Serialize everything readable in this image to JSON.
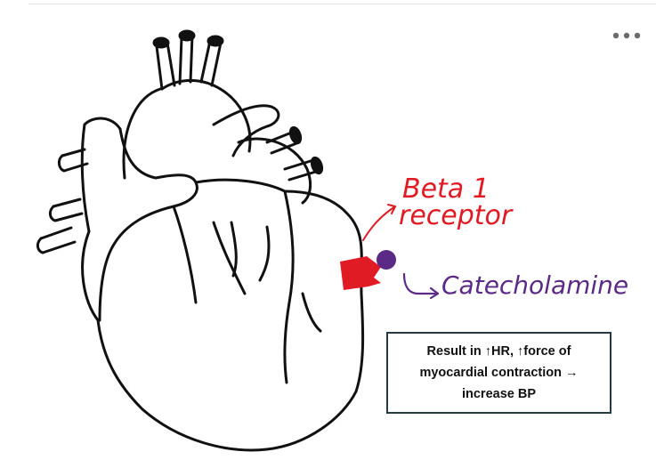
{
  "diagram": {
    "labels": {
      "receptor_line1": "Beta 1",
      "receptor_line2": "receptor",
      "ligand": "Catecholamine"
    },
    "result": {
      "text": "Result in ↑HR, ↑force of myocardial contraction → increase BP"
    },
    "colors": {
      "receptor": "#e01b24",
      "ligand": "#5b2a86",
      "outline": "#111111",
      "box_border": "#243b45"
    }
  },
  "toolbar": {
    "more_icon": "more-horizontal-icon"
  }
}
